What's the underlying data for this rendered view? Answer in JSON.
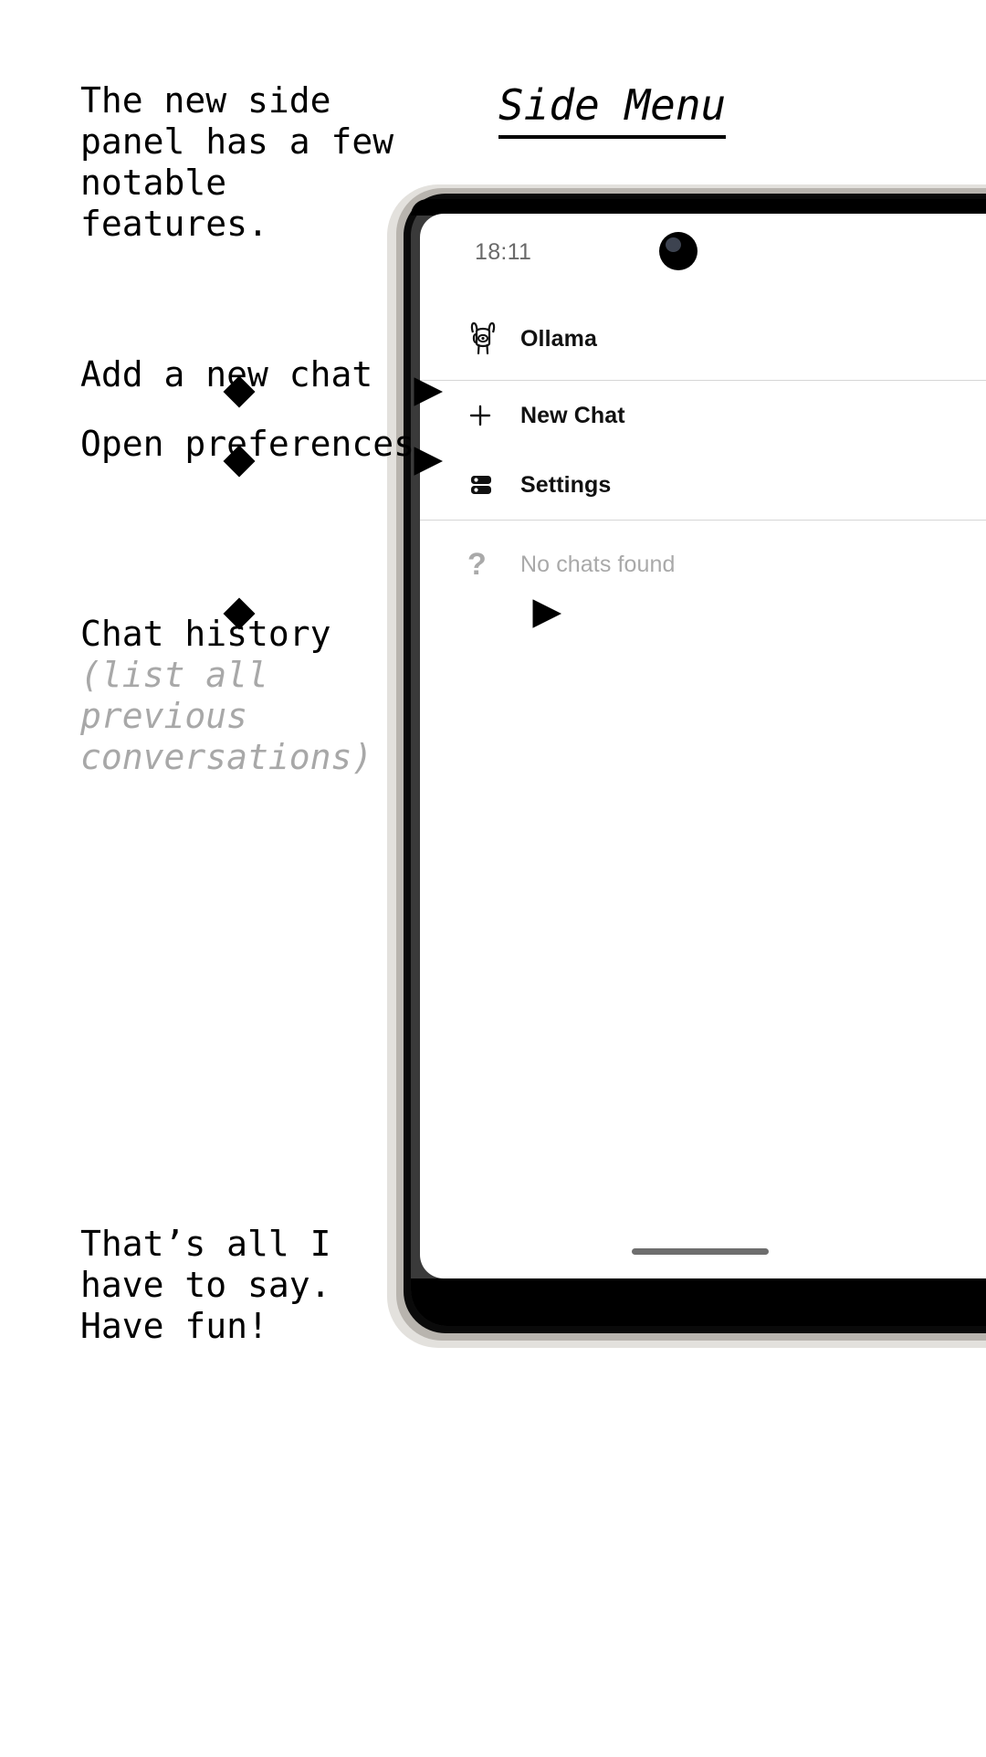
{
  "doc": {
    "title": "Side Menu"
  },
  "annotations": [
    {
      "id": "intro",
      "text": "The new side\npanel has a few\nnotable\nfeatures."
    },
    {
      "id": "new-chat",
      "text": "Add a new chat"
    },
    {
      "id": "preferences",
      "text": "Open preferences"
    },
    {
      "id": "chat-history",
      "text": "Chat history"
    },
    {
      "id": "chat-history-note",
      "text": "(list all\nprevious\nconversations)"
    },
    {
      "id": "outro",
      "text": "That’s all I\nhave to say.\nHave fun!"
    }
  ],
  "phone": {
    "status_bar": {
      "time": "18:11",
      "camera_icon": "front-camera-punch-hole"
    },
    "brand": {
      "icon": "ollama-llama-icon",
      "label": "Ollama"
    },
    "menu_items": [
      {
        "icon": "plus-icon",
        "label": "New Chat"
      },
      {
        "icon": "settings-icon",
        "label": "Settings"
      }
    ],
    "chat_list": {
      "icon": "question-mark-icon",
      "empty_label": "No chats found"
    },
    "home_indicator": "home-indicator-bar"
  },
  "colors": {
    "text": "#000000",
    "muted": "#a8a8a8",
    "screen_bg": "#ffffff",
    "divider": "#d6d6d6",
    "bezel": "#000000",
    "shell": "#e3e1dd"
  }
}
